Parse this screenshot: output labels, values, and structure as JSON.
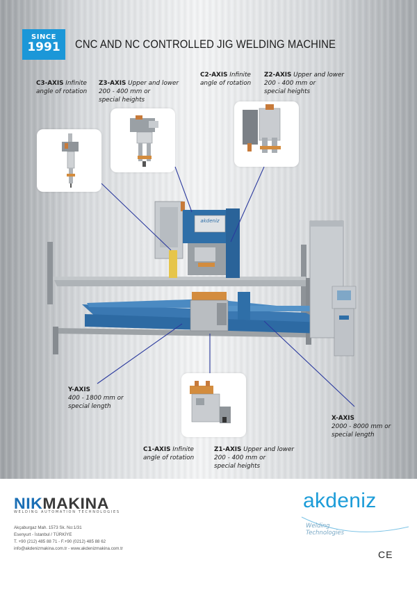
{
  "header": {
    "since_label": "SINCE",
    "since_year": "1991",
    "title": "CNC AND NC CONTROLLED JIG WELDING MACHINE"
  },
  "annotations": {
    "c3": {
      "axis": "C3-AXIS",
      "lines": [
        "Infinite",
        "angle of rotation"
      ]
    },
    "z3": {
      "axis": "Z3-AXIS",
      "lines": [
        "Upper and lower",
        "200 - 400 mm or",
        "special heights"
      ]
    },
    "c2": {
      "axis": "C2-AXIS",
      "lines": [
        "Infinite",
        "angle of rotation"
      ]
    },
    "z2": {
      "axis": "Z2-AXIS",
      "lines": [
        "Upper and lower",
        "200 - 400 mm or",
        "special heights"
      ]
    },
    "y": {
      "axis": "Y-AXIS",
      "lines": [
        "400 - 1800 mm or",
        "special length"
      ]
    },
    "x": {
      "axis": "X-AXIS",
      "lines": [
        "2000 - 8000 mm or",
        "special length"
      ]
    },
    "c1": {
      "axis": "C1-AXIS",
      "lines": [
        "Infinite",
        "angle of rotation"
      ]
    },
    "z1": {
      "axis": "Z1-AXIS",
      "lines": [
        "Upper and lower",
        "200 - 400 mm or",
        "special heights"
      ]
    }
  },
  "machine": {
    "badge_label": "akdeniz"
  },
  "footer": {
    "nik_logo_a": "NIK",
    "nik_logo_b": "MAKINA",
    "nik_tagline": "WELDING AUTOMATION TECHNOLOGIES",
    "address_lines": [
      "Akçaburgaz Mah. 1573 Sk. No:1/31",
      "Esenyurt - İstanbul / TÜRKİYE",
      "T. +90 (212) 485 88 71 - F.+90 (0212) 485 88 62",
      "info@akdenizmakina.com.tr  -  www.akdenizmakina.com.tr"
    ],
    "akdeniz_logo": "akdeniz",
    "akdeniz_sub_1": "Welding",
    "akdeniz_sub_2": "Technologies",
    "ce_mark": "CE"
  },
  "colors": {
    "brand_blue": "#1b97d8",
    "machine_blue": "#2f6fa8",
    "leader_line": "#2b3a9e"
  }
}
